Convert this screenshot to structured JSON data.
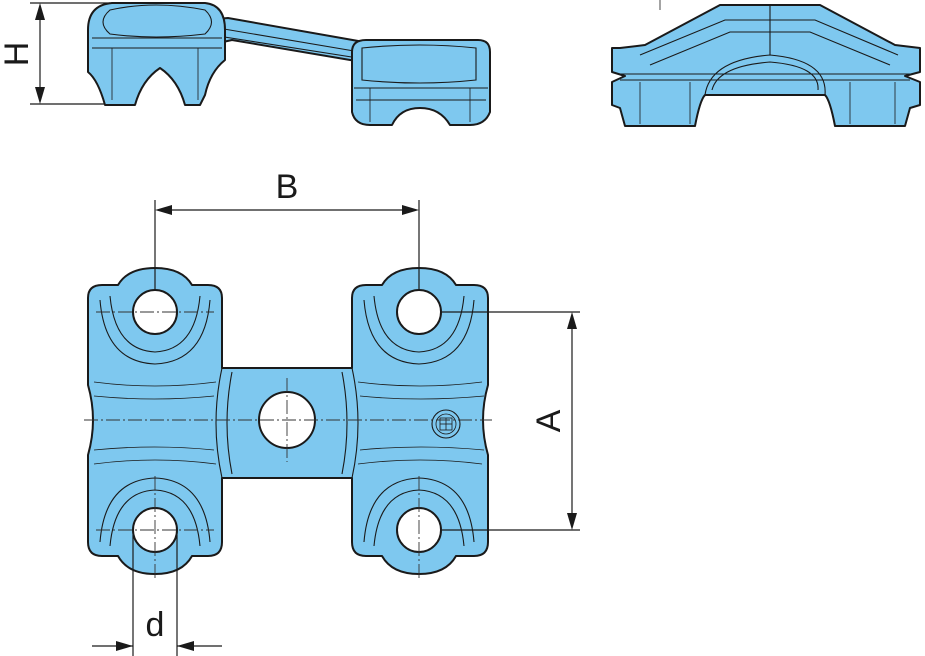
{
  "dimension_labels": {
    "height": "H",
    "pitch_b": "B",
    "pitch_a": "A",
    "hole_diameter": "d"
  },
  "colors": {
    "part_fill": "#7ec8ef",
    "outline": "#1a1a1a",
    "background": "#ffffff"
  }
}
